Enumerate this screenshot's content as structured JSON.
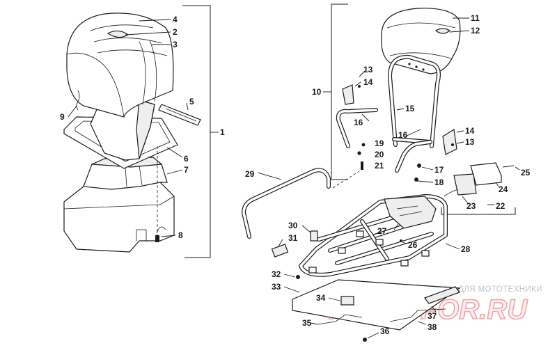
{
  "watermark": {
    "tagline": "ЗАПЧАСТИ И АКСЕССУАРЫ ДЛЯ МОТОТЕХНИКИ",
    "logo": "PARTSFOR.RU"
  },
  "labels": {
    "l1": "1",
    "l2": "2",
    "l3": "3",
    "l4": "4",
    "l5": "5",
    "l6": "6",
    "l7": "7",
    "l8": "8",
    "l9": "9",
    "l10": "10",
    "l11": "11",
    "l12": "12",
    "l13": "13",
    "l13b": "13",
    "l14": "14",
    "l14b": "14",
    "l15": "15",
    "l16": "16",
    "l16b": "16",
    "l17": "17",
    "l18": "18",
    "l19": "19",
    "l20": "20",
    "l21": "21",
    "l22": "22",
    "l23": "23",
    "l24": "24",
    "l25": "25",
    "l26": "26",
    "l27": "27",
    "l28": "28",
    "l29": "29",
    "l30": "30",
    "l31": "31",
    "l32": "32",
    "l33": "33",
    "l34": "34",
    "l35": "35",
    "l36": "36",
    "l37": "37",
    "l38": "38"
  }
}
